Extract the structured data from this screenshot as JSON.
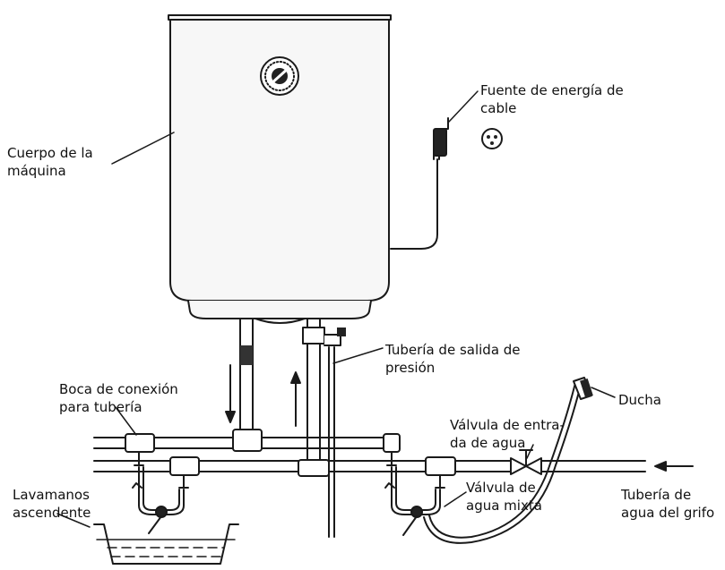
{
  "labels": {
    "body": {
      "line1": "Cuerpo de la",
      "line2": "máquina"
    },
    "power": {
      "line1": "Fuente de energía de",
      "line2": "cable"
    },
    "outlet": {
      "line1": "Tubería de salida de",
      "line2": "presión"
    },
    "mouth": {
      "line1": "Boca de conexión",
      "line2": "para tubería"
    },
    "shower": {
      "line1": "Ducha"
    },
    "inlet": {
      "line1": "Válvula de entra-",
      "line2": "da de agua"
    },
    "mixing": {
      "line1": "Válvula de",
      "line2": "agua mixta"
    },
    "basin": {
      "line1": "Lavamanos",
      "line2": "ascendente"
    },
    "tap": {
      "line1": "Tubería de",
      "line2": "agua del grifo"
    }
  },
  "colors": {
    "line": "#1a1a1a",
    "tank_fill": "#f7f7f7",
    "dark": "#222222"
  }
}
